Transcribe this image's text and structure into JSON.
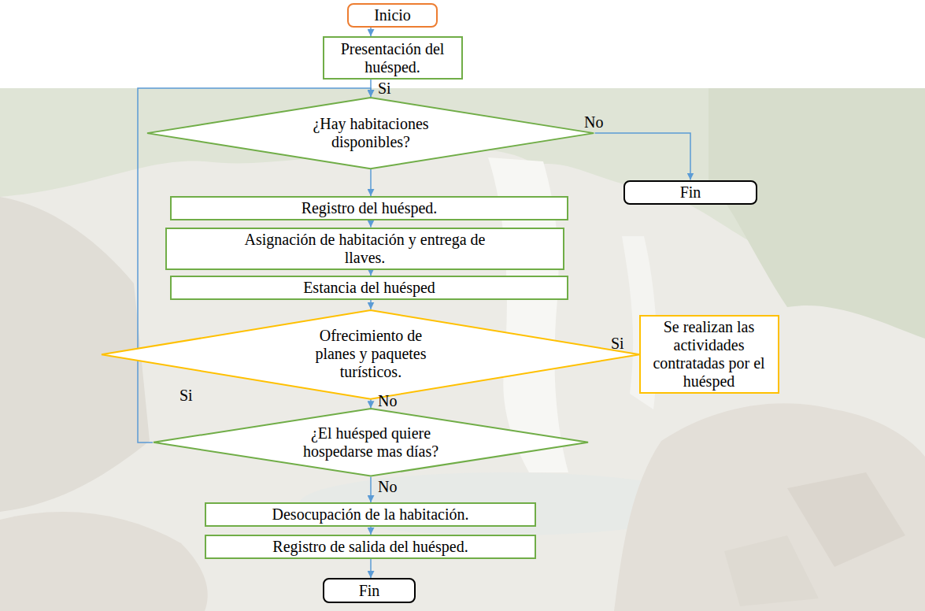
{
  "diagram": {
    "nodes": [
      {
        "text": [
          "Inicio"
        ]
      },
      {
        "text": [
          "Presentación del huésped."
        ]
      },
      {
        "text": [
          "¿Hay habitaciones disponibles?"
        ]
      },
      {
        "text": [
          "Fin"
        ]
      },
      {
        "text": [
          "Registro del huésped."
        ]
      },
      {
        "text": [
          "Asignación de habitación y entrega de llaves."
        ]
      },
      {
        "text": [
          "Estancia del huésped"
        ]
      },
      {
        "text": [
          "Ofrecimiento de planes y paquetes turísticos."
        ]
      },
      {
        "text": [
          "Se realizan las actividades contratadas por el huésped"
        ]
      },
      {
        "text": [
          "¿El huésped quiere hospedarse mas días?"
        ]
      },
      {
        "text": [
          "Desocupación de la habitación."
        ]
      },
      {
        "text": [
          "Registro de salida del huésped."
        ]
      },
      {
        "text": [
          "Fin"
        ]
      }
    ],
    "edges": [
      {
        "from": 0,
        "to": 1,
        "arrow": "to"
      },
      {
        "from": 1,
        "to": 2,
        "arrow": "to"
      },
      {
        "from": 2,
        "to": 3,
        "label": "No",
        "arrow": "to"
      },
      {
        "from": 2,
        "to": 4,
        "arrow": "to"
      },
      {
        "from": 4,
        "to": 5,
        "arrow": "to"
      },
      {
        "from": 5,
        "to": 6,
        "arrow": "to"
      },
      {
        "from": 6,
        "to": 7,
        "arrow": "to"
      },
      {
        "from": 7,
        "to": 8,
        "label": "Si",
        "arrow": "to"
      },
      {
        "from": 7,
        "to": 9,
        "label": "No",
        "arrow": "to"
      },
      {
        "from": 9,
        "to": 2,
        "label": "Si",
        "arrow": "to"
      },
      {
        "from": 9,
        "to": 10,
        "label": "No",
        "arrow": "to"
      },
      {
        "from": 10,
        "to": 11,
        "arrow": "to"
      },
      {
        "from": 11,
        "to": 12,
        "arrow": "to"
      }
    ],
    "labels": [
      "Si"
    ]
  }
}
